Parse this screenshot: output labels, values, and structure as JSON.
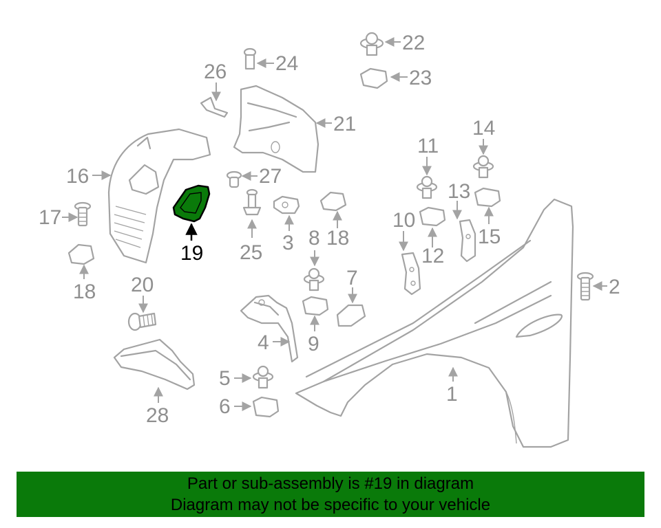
{
  "diagram": {
    "highlighted_part": "19",
    "highlight_color": "#0a7a0a",
    "labels": [
      "1",
      "2",
      "3",
      "4",
      "5",
      "6",
      "7",
      "8",
      "9",
      "10",
      "11",
      "12",
      "13",
      "14",
      "15",
      "16",
      "17",
      "18",
      "18",
      "19",
      "20",
      "21",
      "22",
      "23",
      "24",
      "25",
      "26",
      "27",
      "28"
    ]
  },
  "banner": {
    "line1": "Part or sub-assembly is #19 in diagram",
    "line2": "Diagram may not be specific to your vehicle",
    "background": "#0a7a0a"
  }
}
